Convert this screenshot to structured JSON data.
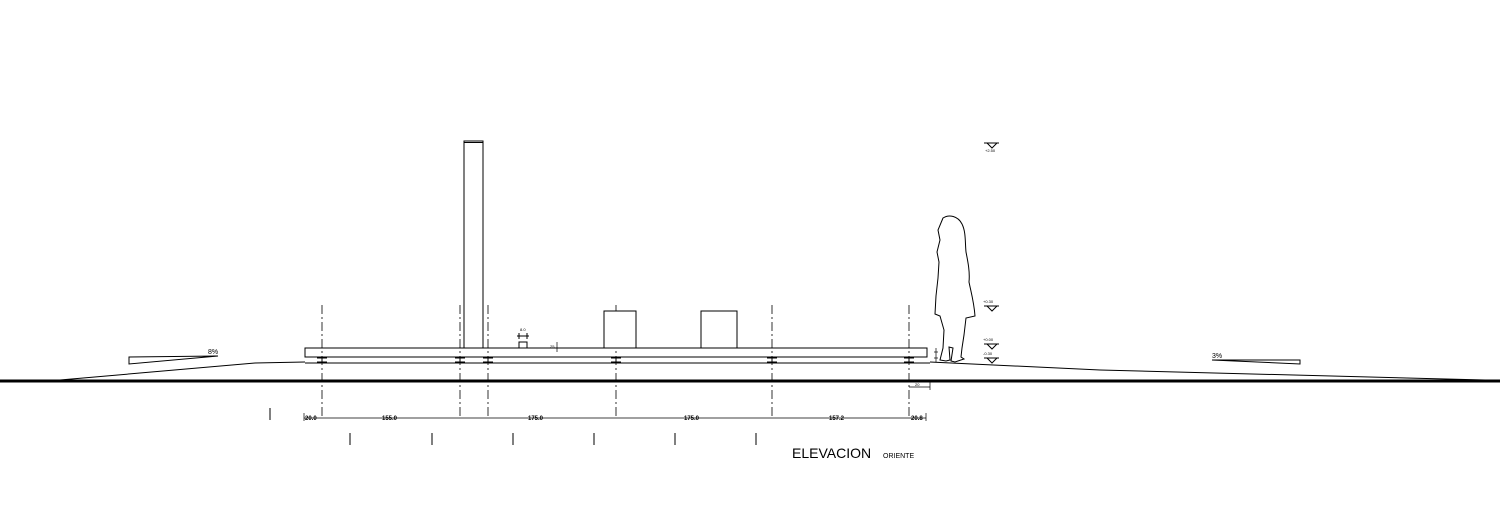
{
  "title": {
    "main": "ELEVACION",
    "sub": "ORIENTE"
  },
  "dimensions": [
    "20.0",
    "155.0",
    "175.0",
    "175.0",
    "157.2",
    "20.8"
  ],
  "slopes": {
    "left": "8%",
    "right": "3%"
  },
  "small_labels": {
    "post": "8.0",
    "side": "25",
    "level_top": "+2.50",
    "level_mid": "+0.30",
    "level_low": "+0.00",
    "level_base": "-0.30",
    "offset": "20"
  }
}
